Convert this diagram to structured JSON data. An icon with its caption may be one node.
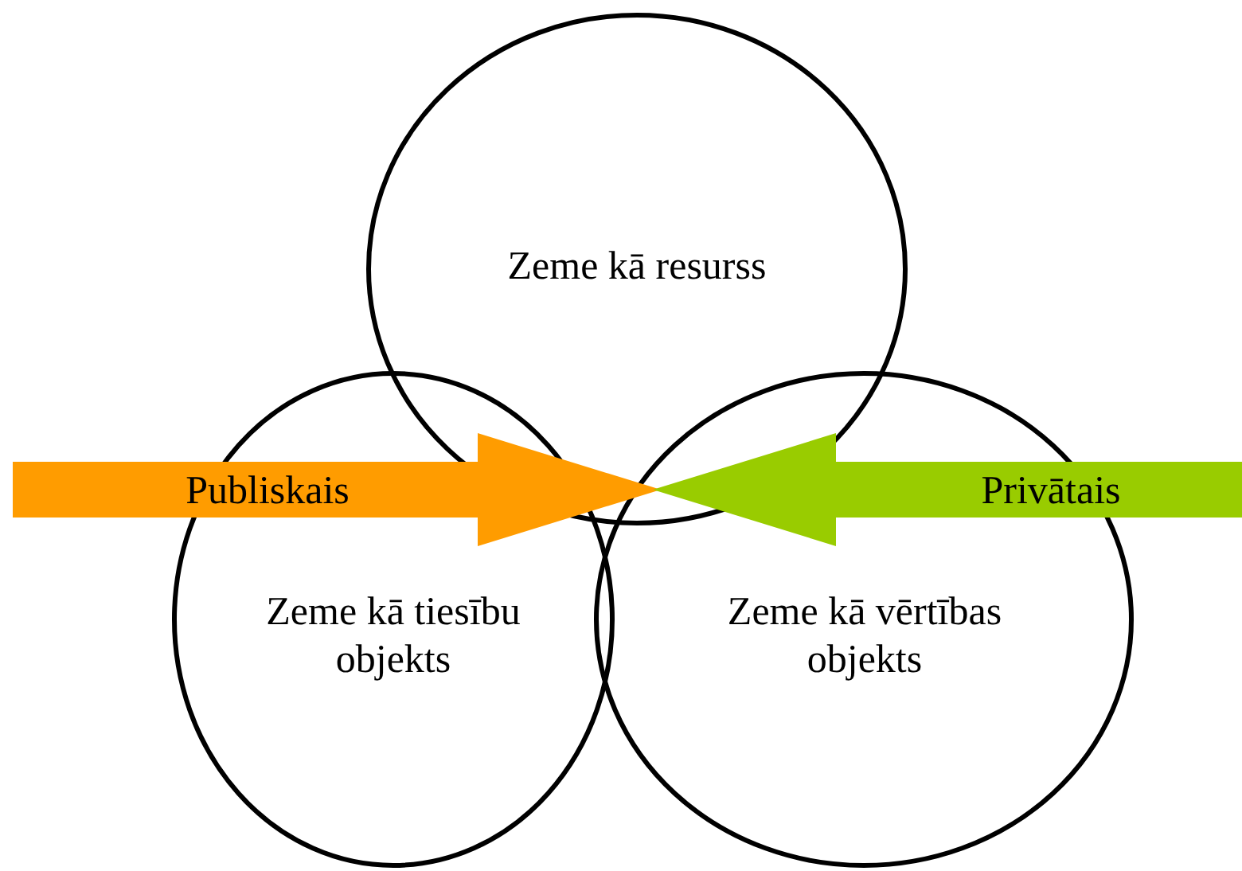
{
  "diagram": {
    "nodes": [
      {
        "text": [
          "Zeme kā resurss"
        ]
      },
      {
        "text": [
          "Publiskais"
        ]
      },
      {
        "text": [
          "Privātais"
        ]
      },
      {
        "text": [
          "Zeme kā tiesību objekts"
        ]
      },
      {
        "text": [
          "Zeme kā vērtības objekts"
        ]
      }
    ]
  }
}
